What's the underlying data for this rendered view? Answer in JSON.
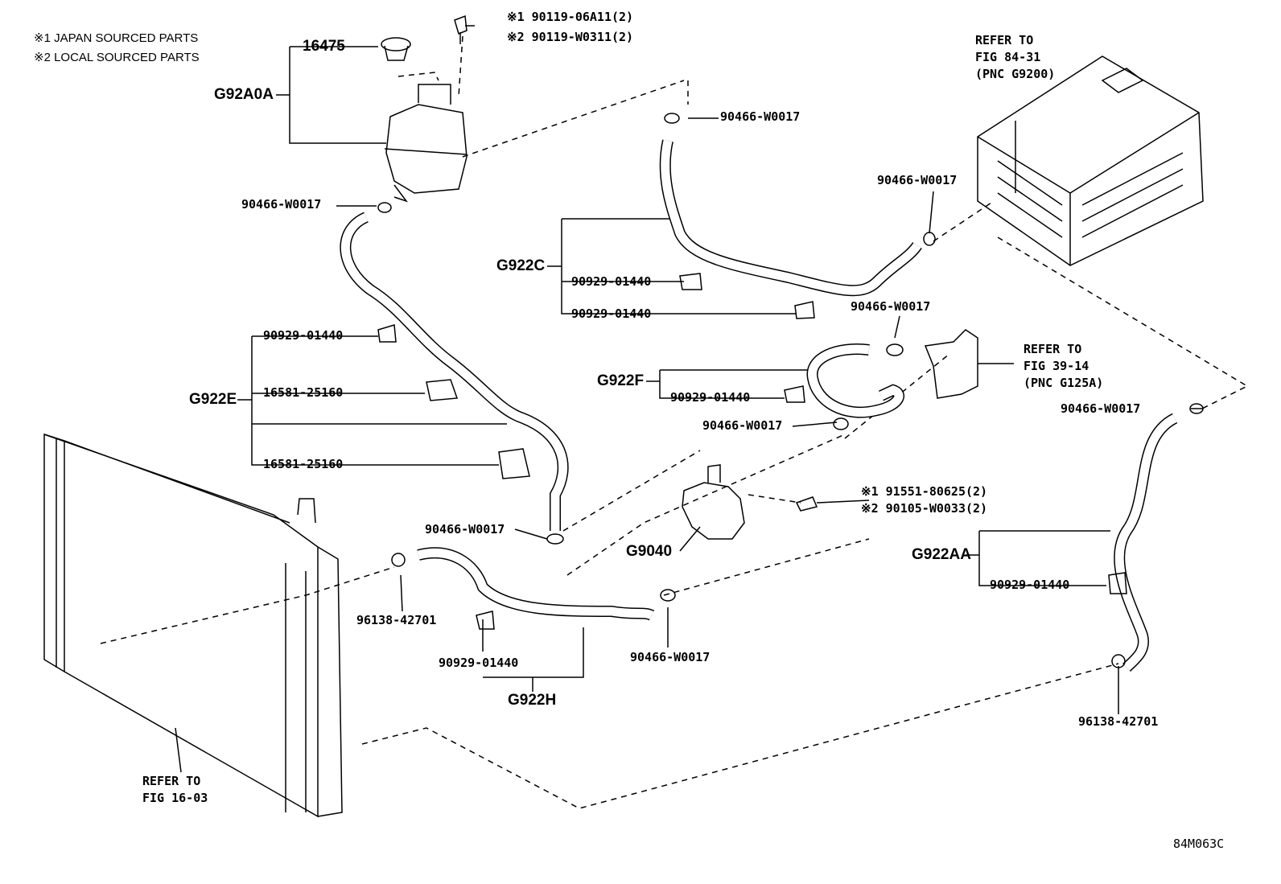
{
  "notes": {
    "japan": "※1 JAPAN SOURCED PARTS",
    "local": "※2 LOCAL SOURCED PARTS"
  },
  "groups": {
    "g92a0a": "G92A0A",
    "g922c": "G922C",
    "g922e": "G922E",
    "g922f": "G922F",
    "g9040": "G9040",
    "g922h": "G922H",
    "g922aa": "G922AA"
  },
  "parts": {
    "cap": "16475",
    "bolt_jp": "※1 90119-06A11(2)",
    "bolt_local": "※2 90119-W0311(2)",
    "clamp_top": "90466-W0017",
    "clamp_tank": "90466-W0017",
    "clamp_inverter": "90466-W0017",
    "clamp_mid": "90466-W0017",
    "clamp_lower_left": "90466-W0017",
    "clamp_pump": "90466-W0017",
    "clamp_right": "90466-W0017",
    "clamp_bottom": "90466-W0017",
    "clip_c1": "90929-01440",
    "clip_c2": "90929-01440",
    "clip_e": "90929-01440",
    "clip_f": "90929-01440",
    "clip_h": "90929-01440",
    "clip_aa": "90929-01440",
    "clamp_e1": "16581-25160",
    "clamp_e2": "16581-25160",
    "pump_bolt_jp": "※1 91551-80625(2)",
    "pump_bolt_local": "※2 90105-W0033(2)",
    "clip_rad": "96138-42701",
    "clip_aa_lower": "96138-42701"
  },
  "refs": {
    "inverter": "REFER TO\nFIG 84-31\n(PNC G9200)",
    "cooler": "REFER TO\nFIG 39-14\n(PNC G125A)",
    "radiator": "REFER TO\nFIG 16-03"
  },
  "figure_code": "84M063C"
}
